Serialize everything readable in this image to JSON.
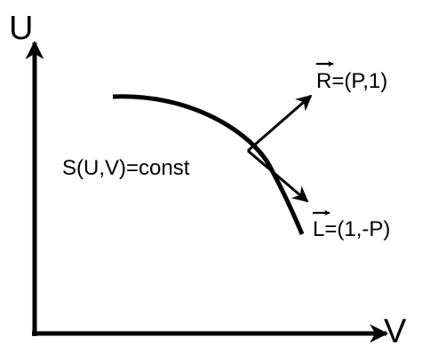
{
  "axes": {
    "vertical_label": "U",
    "horizontal_label": "V"
  },
  "curve": {
    "label": "S(U,V)=const"
  },
  "vectors": {
    "r": {
      "letter": "R",
      "rest": "=(P,1)"
    },
    "l": {
      "letter": "L",
      "rest": "=(1,-P)"
    }
  },
  "colors": {
    "ink": "#000000",
    "background": "#ffffff"
  }
}
